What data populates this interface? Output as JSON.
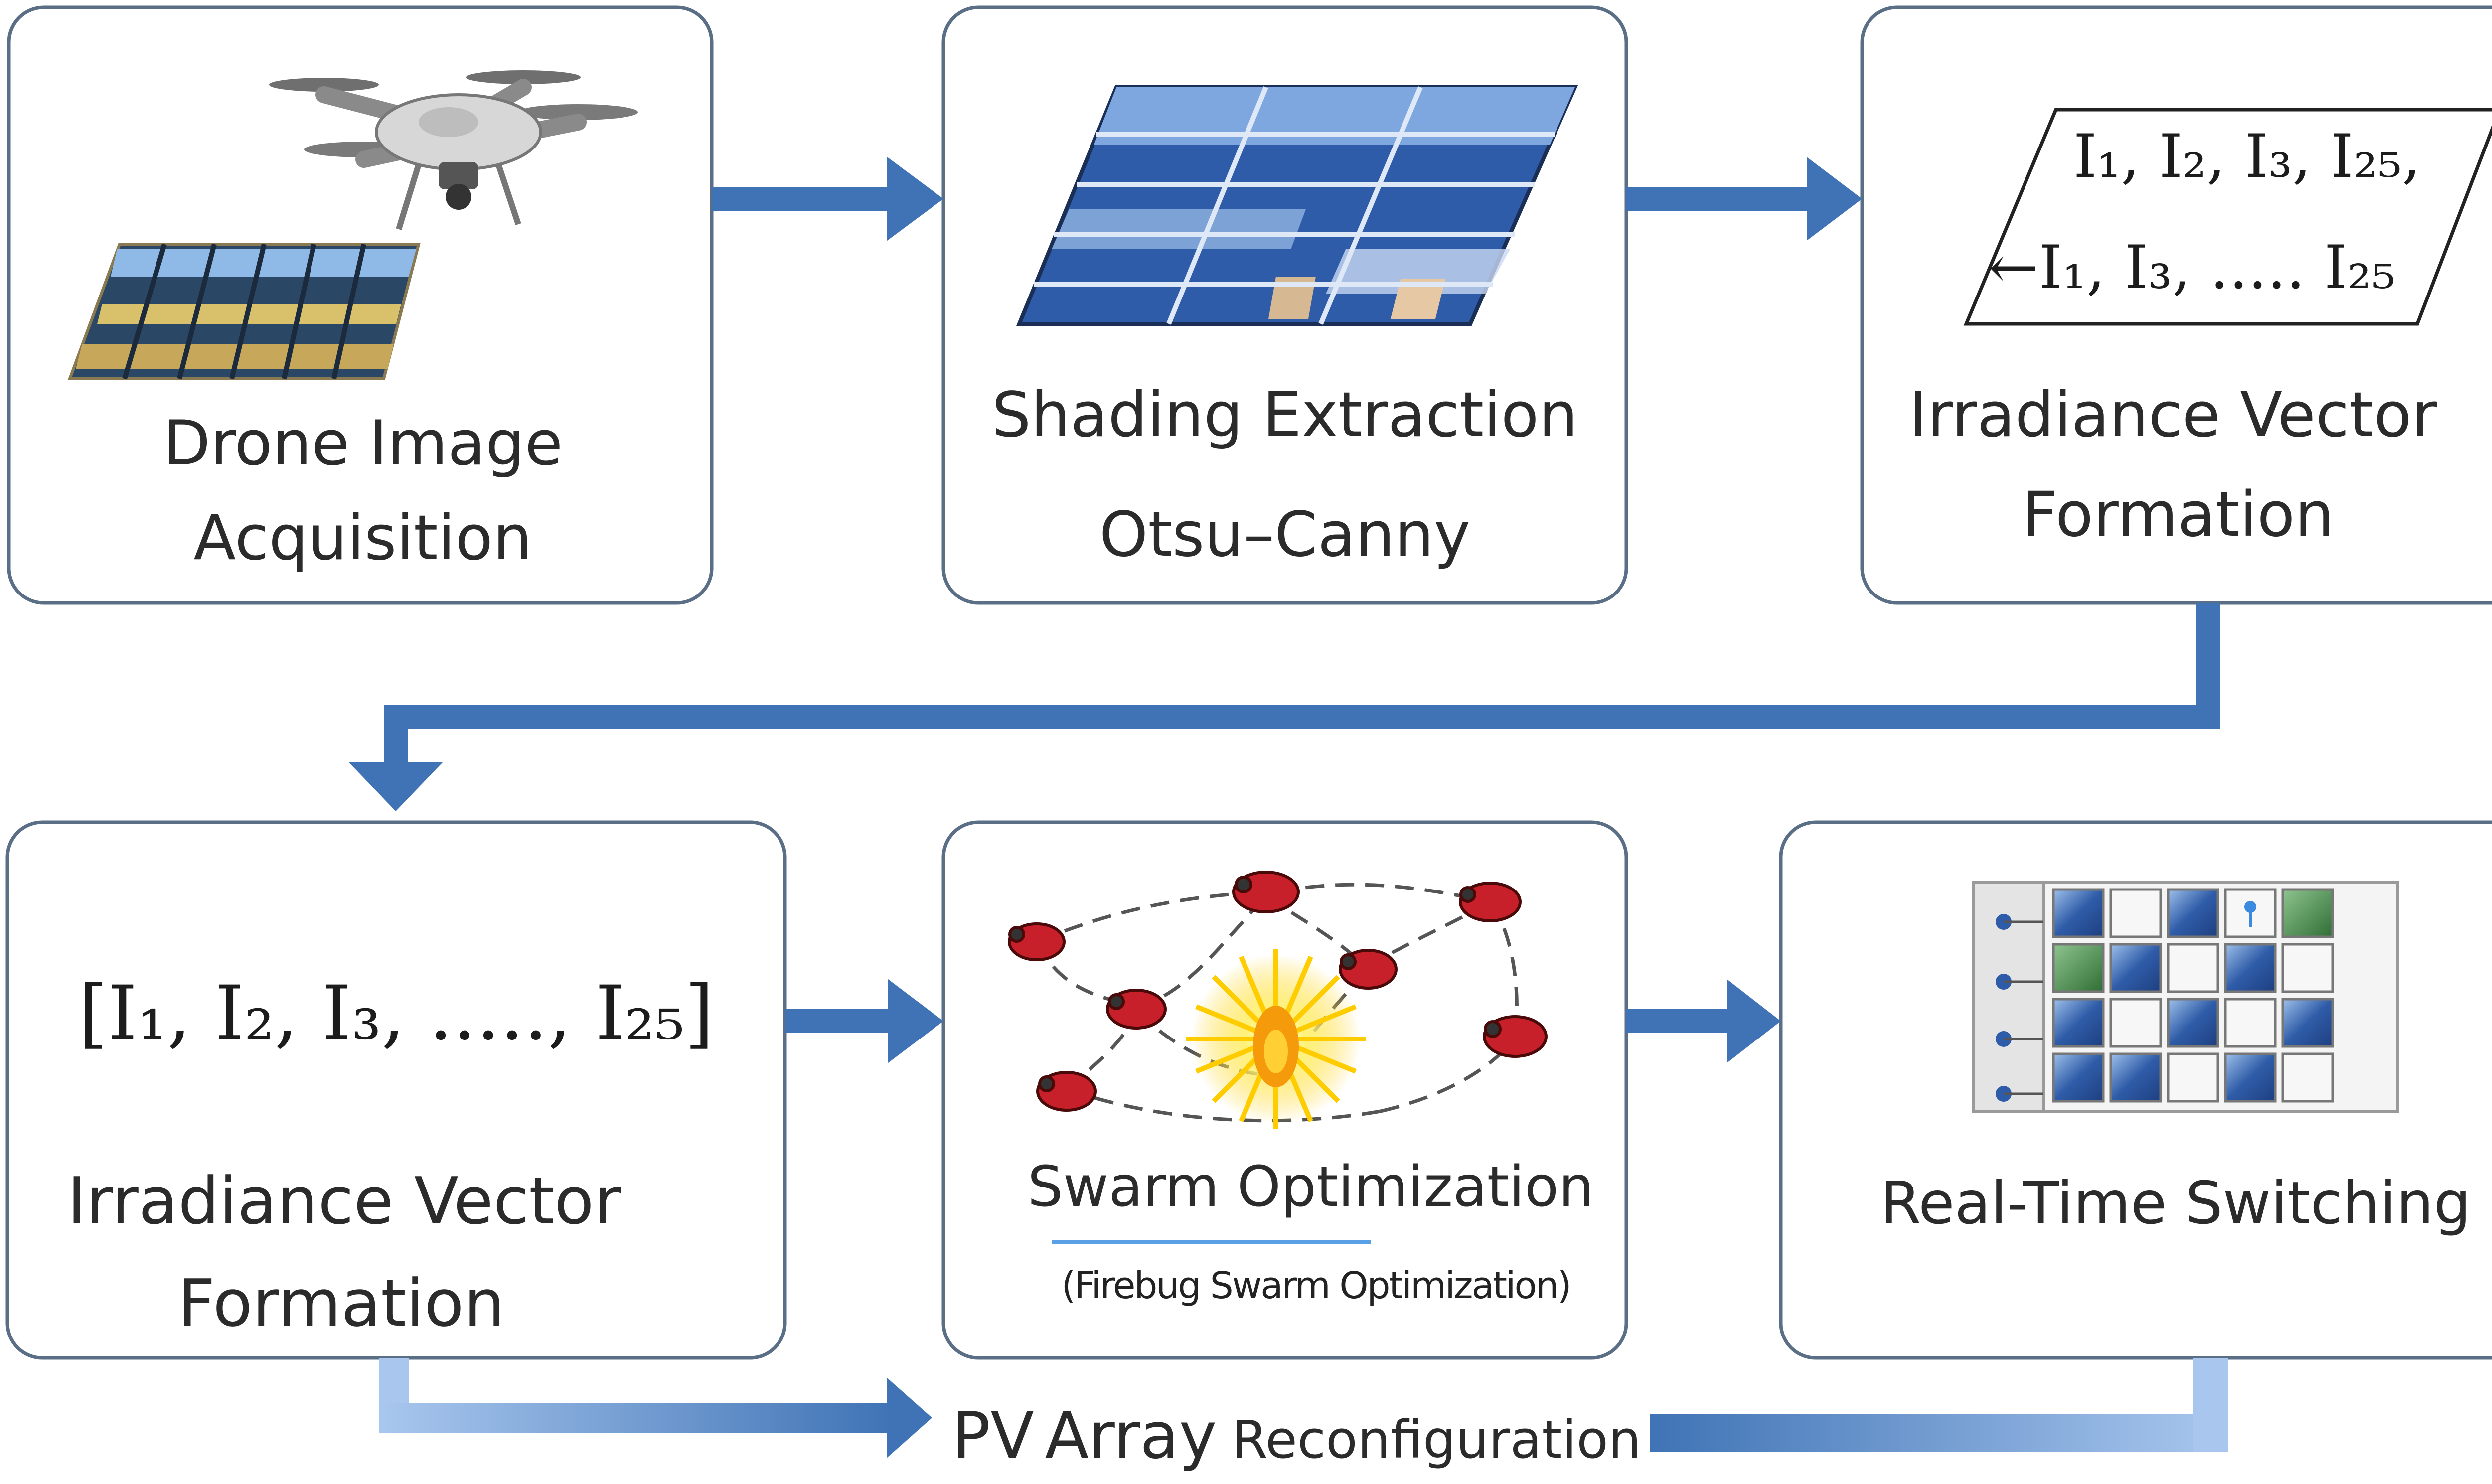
{
  "colors": {
    "arrow": "#3f73b5",
    "box_stroke": "#5a6f86",
    "panel_blue": "#2f5ca8",
    "panel_light": "#9ec0ea",
    "firebug_red": "#c8202a",
    "sun_yellow": "#ffe34a",
    "sun_orange": "#f59a0b",
    "cell_green": "#3f8a45"
  },
  "boxes": {
    "drone": {
      "title_line1": "Drone Image",
      "title_line2": "Acquisition"
    },
    "shading": {
      "title_line1": "Shading Extraction",
      "title_line2": "Otsu–Canny"
    },
    "irradiance_top": {
      "title_line1": "Irradiance Vector",
      "title_line2": "Formation",
      "row1": "I₁,  I₂,  I₃,  I₂₅,",
      "row2": "←I₁,  I₃,  .....  I₂₅"
    },
    "irradiance_bottom": {
      "vector": "[I₁, I₂, I₃, ....., I₂₅]",
      "title_line1": "Irradiance Vector",
      "title_line2": "Formation"
    },
    "swarm": {
      "title": "Swarm Optimization",
      "subtitle": "(Firebug Swarm Optimization)"
    },
    "switching": {
      "title": "Real-Time Switching"
    }
  },
  "footer": {
    "pv": "PV",
    "array": "Array",
    "reconfig": "Reconfiguration"
  },
  "icons": {
    "drone": "quadcopter-drone-icon",
    "panel": "solar-panel-icon",
    "firebug": "firebug-icon",
    "sun": "sun-burst-icon",
    "grid": "switch-matrix-icon"
  }
}
